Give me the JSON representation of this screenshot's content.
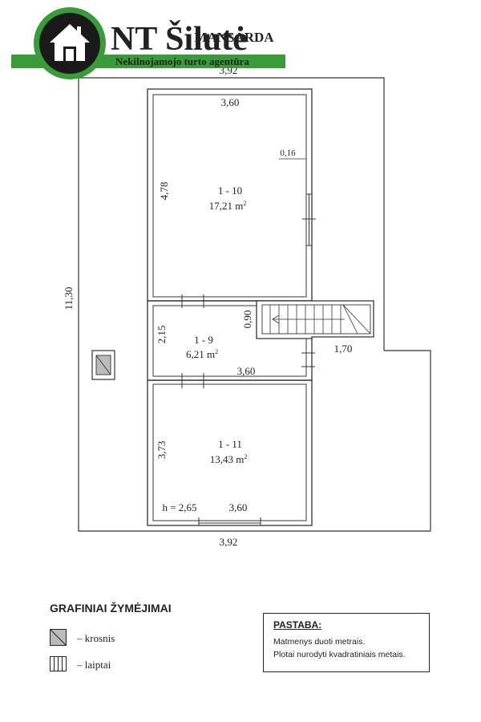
{
  "brand": {
    "name": "NT Šilutė",
    "tagline": "Nekilnojamojo turto agentūra",
    "green": "#3a9b3a"
  },
  "plan": {
    "title": "MANSARDA",
    "dims": {
      "top": "3,92",
      "bottom": "3,92",
      "left": "11,30",
      "room10_width": "3,60",
      "room10_height": "4,78",
      "wall": "0,16",
      "stair_height": "0,90",
      "stair_width": "1,70",
      "room9_height": "2,15",
      "room9_width": "3,60",
      "room11_height": "3,73",
      "room11_width": "3,60",
      "ceiling": "h = 2,65"
    },
    "rooms": [
      {
        "id": "1 - 10",
        "area": "17,21 m",
        "sup": "2"
      },
      {
        "id": "1 - 9",
        "area": "6,21 m",
        "sup": "2"
      },
      {
        "id": "1 - 11",
        "area": "13,43 m",
        "sup": "2"
      }
    ]
  },
  "legend": {
    "title": "GRAFINIAI ŽYMĖJIMAI",
    "items": [
      {
        "icon": "chimney-icon",
        "label": "– krosnis"
      },
      {
        "icon": "stairs-icon",
        "label": "– laiptai"
      }
    ]
  },
  "note": {
    "title": "PASTABA:",
    "lines": [
      "Matmenys duoti metrais.",
      "Plotai nurodyti kvadratiniais metais."
    ]
  }
}
